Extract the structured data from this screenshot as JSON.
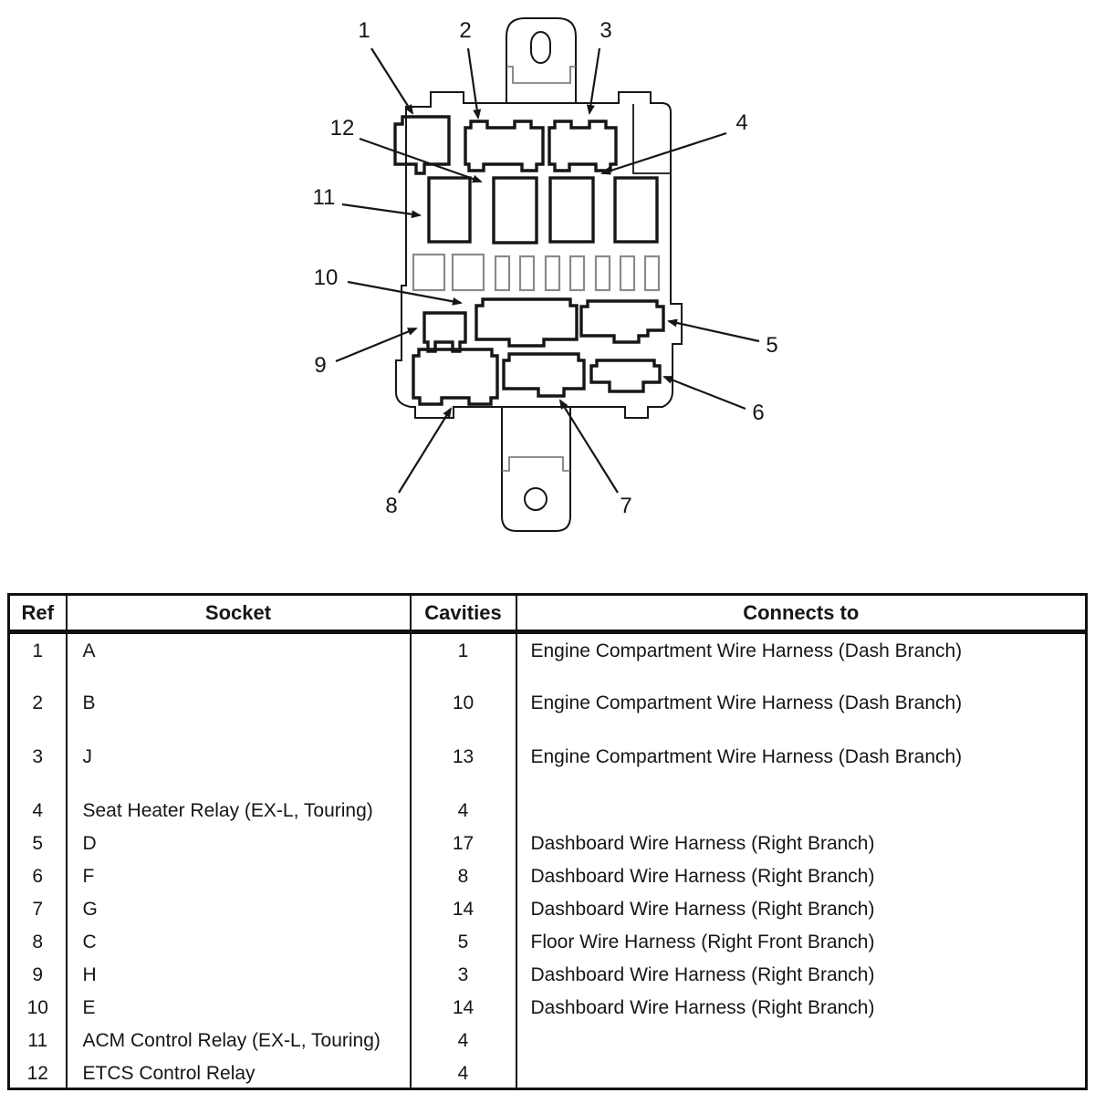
{
  "diagram": {
    "description": "Fuse/relay box connector-to-socket diagram",
    "line_color": "#161616",
    "fuse_color": "#8a8a8a",
    "callouts": [
      {
        "label": "1"
      },
      {
        "label": "2"
      },
      {
        "label": "3"
      },
      {
        "label": "4"
      },
      {
        "label": "5"
      },
      {
        "label": "6"
      },
      {
        "label": "7"
      },
      {
        "label": "8"
      },
      {
        "label": "9"
      },
      {
        "label": "10"
      },
      {
        "label": "11"
      },
      {
        "label": "12"
      }
    ]
  },
  "table": {
    "headers": {
      "ref": "Ref",
      "socket": "Socket",
      "cavities": "Cavities",
      "connects": "Connects to"
    },
    "rows": [
      {
        "ref": "1",
        "socket": "A",
        "cavities": "1",
        "connects": "Engine Compartment Wire Harness (Dash Branch)"
      },
      {
        "ref": "2",
        "socket": "B",
        "cavities": "10",
        "connects": "Engine Compartment Wire Harness (Dash Branch)"
      },
      {
        "ref": "3",
        "socket": "J",
        "cavities": "13",
        "connects": "Engine Compartment Wire Harness (Dash Branch)"
      },
      {
        "ref": "4",
        "socket": "Seat Heater Relay (EX-L, Touring)",
        "cavities": "4",
        "connects": ""
      },
      {
        "ref": "5",
        "socket": "D",
        "cavities": "17",
        "connects": "Dashboard Wire Harness (Right Branch)"
      },
      {
        "ref": "6",
        "socket": "F",
        "cavities": "8",
        "connects": "Dashboard Wire Harness (Right Branch)"
      },
      {
        "ref": "7",
        "socket": "G",
        "cavities": "14",
        "connects": "Dashboard Wire Harness (Right Branch)"
      },
      {
        "ref": "8",
        "socket": "C",
        "cavities": "5",
        "connects": "Floor Wire Harness (Right Front Branch)"
      },
      {
        "ref": "9",
        "socket": "H",
        "cavities": "3",
        "connects": "Dashboard Wire Harness (Right Branch)"
      },
      {
        "ref": "10",
        "socket": "E",
        "cavities": "14",
        "connects": "Dashboard Wire Harness (Right Branch)"
      },
      {
        "ref": "11",
        "socket": "ACM Control Relay (EX-L, Touring)",
        "cavities": "4",
        "connects": ""
      },
      {
        "ref": "12",
        "socket": "ETCS Control Relay",
        "cavities": "4",
        "connects": ""
      }
    ]
  }
}
